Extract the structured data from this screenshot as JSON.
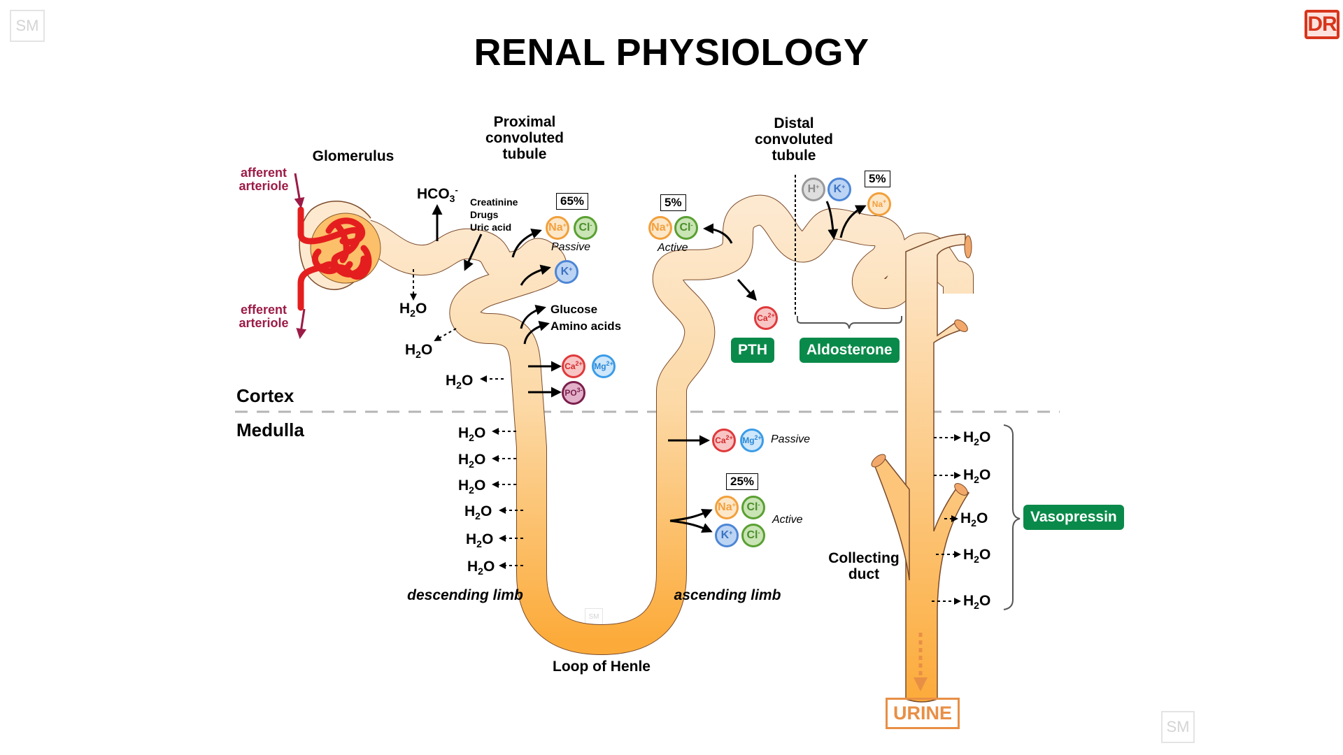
{
  "title": "RENAL PHYSIOLOGY",
  "watermarks": {
    "top_left": "SM",
    "bottom_right": "SM",
    "center": "SM"
  },
  "logo": "DR",
  "colors": {
    "tubule_light": "#fde6c8",
    "tubule_dark": "#fcae3f",
    "capillary": "#e41e1e",
    "arteriole_text": "#9c1b47",
    "hormone_bg": "#0a8a4a",
    "urine": "#e88f46",
    "boundary": "#b5b5b5"
  },
  "structures": {
    "glomerulus": "Glomerulus",
    "pct": [
      "Proximal",
      "convoluted",
      "tubule"
    ],
    "dct": [
      "Distal",
      "convoluted",
      "tubule"
    ],
    "loop": "Loop of Henle",
    "descending": "descending limb",
    "ascending": "ascending limb",
    "collecting": [
      "Collecting",
      "duct"
    ],
    "afferent": [
      "afferent",
      "arteriole"
    ],
    "efferent": [
      "efferent",
      "arteriole"
    ]
  },
  "zones": {
    "cortex": "Cortex",
    "medulla": "Medulla"
  },
  "pct_labels": {
    "hco3": "HCO",
    "hco3_sub": "3",
    "hco3_sup": "-",
    "secreted": [
      "Creatinine",
      "Drugs",
      "Uric acid"
    ],
    "percent": "65%",
    "mode": "Passive",
    "glucose": "Glucose",
    "amino": "Amino acids"
  },
  "ions": {
    "na": "Na",
    "na_charge": "+",
    "cl": "Cl",
    "cl_charge": "-",
    "k": "K",
    "k_charge": "+",
    "ca": "Ca",
    "ca_charge": "2+",
    "mg": "Mg",
    "mg_charge": "2+",
    "po": "PO",
    "po_charge": "3-",
    "h": "H",
    "h_charge": "+"
  },
  "ascending_labels": {
    "passive": "Passive",
    "percent": "25%",
    "active": "Active"
  },
  "dct_labels": {
    "percent_left": "5%",
    "mode_left": "Active",
    "percent_right": "5%"
  },
  "water": {
    "h": "H",
    "sub": "2",
    "o": "O"
  },
  "hormones": {
    "pth": "PTH",
    "aldosterone": "Aldosterone",
    "vasopressin": "Vasopressin"
  },
  "output": "URINE"
}
